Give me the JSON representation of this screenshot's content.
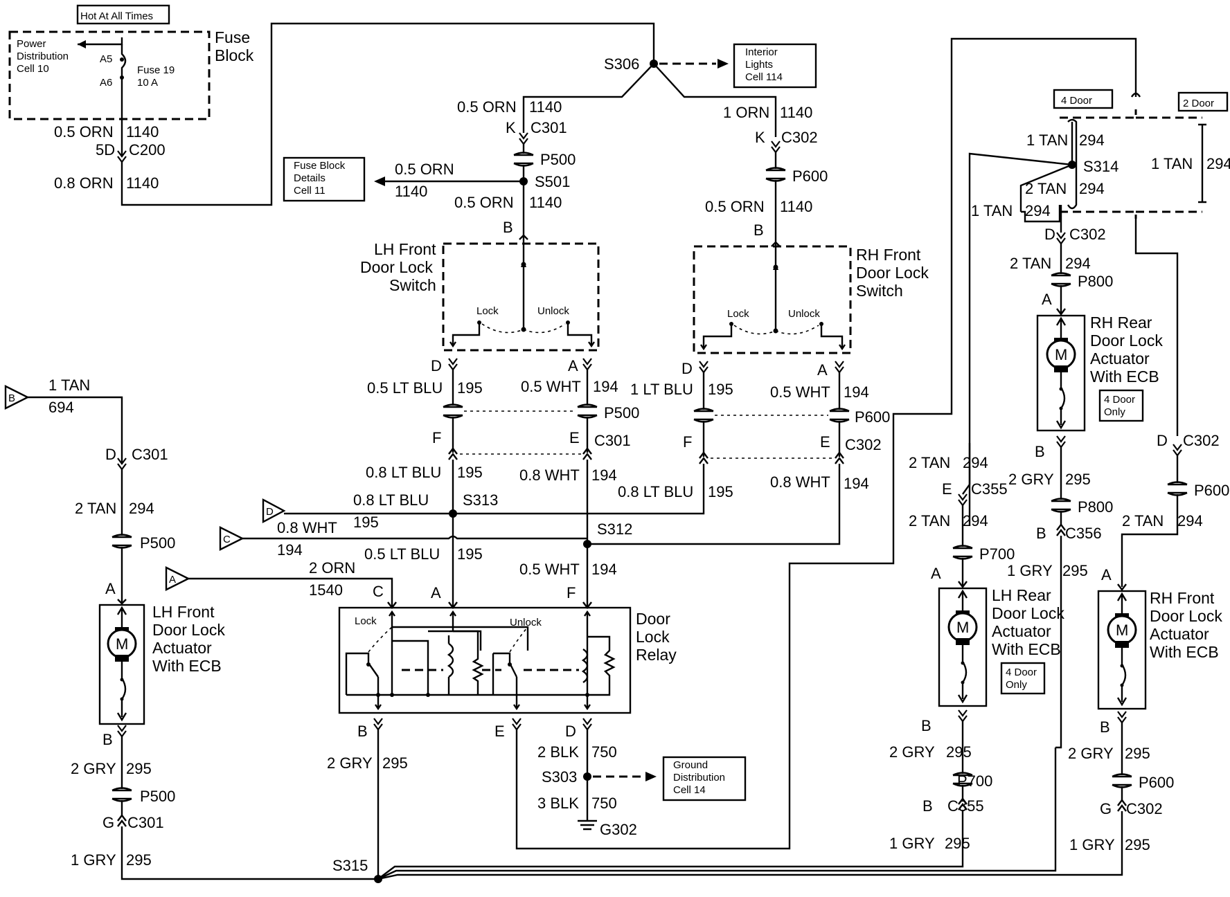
{
  "diagram": {
    "source": {
      "hot_label": "Hot At All Times",
      "fuse_block": [
        "Fuse",
        "Block"
      ],
      "power_dist": [
        "Power",
        "Distribution",
        "Cell 10"
      ],
      "a5": "A5",
      "a6": "A6",
      "fuse": [
        "Fuse 19",
        "10 A"
      ],
      "w1_gauge": "0.5 ORN",
      "w1_circuit": "1140",
      "c200_pin": "5D",
      "c200": "C200",
      "w2_gauge": "0.8 ORN",
      "w2_circuit": "1140"
    },
    "splices": {
      "s306": "S306",
      "s501": "S501",
      "s313": "S313",
      "s312": "S312",
      "s303": "S303",
      "s314": "S314",
      "s315": "S315"
    },
    "refs": {
      "interior": [
        "Interior",
        "Lights",
        "Cell 114"
      ],
      "fuse_details": [
        "Fuse Block",
        "Details",
        "Cell 11"
      ],
      "ground_dist": [
        "Ground",
        "Distribution",
        "Cell 14"
      ]
    },
    "lh_switch": {
      "name": [
        "LH Front",
        "Door Lock",
        "Switch"
      ],
      "w_in_gauge": "0.5 ORN",
      "w_in_circuit": "1140",
      "pin_k": "K",
      "c301": "C301",
      "p500": "P500",
      "br_gauge": "0.5 ORN",
      "br_circuit": "1140",
      "w_out_gauge": "0.5 ORN",
      "w_out_circuit": "1140",
      "pin_b": "B",
      "lock": "Lock",
      "unlock": "Unlock",
      "pin_d": "D",
      "pin_a": "A",
      "w_d_gauge": "0.5 LT BLU",
      "w_d_circuit": "195",
      "w_a_gauge": "0.5 WHT",
      "w_a_circuit": "194",
      "p500b": "P500",
      "pin_f": "F",
      "pin_e": "E",
      "c301b": "C301",
      "w_f_gauge": "0.8 LT BLU",
      "w_f_circuit": "195",
      "w_e_gauge": "0.8 WHT",
      "w_e_circuit": "194"
    },
    "rh_switch": {
      "name": [
        "RH Front",
        "Door Lock",
        "Switch"
      ],
      "w_in_gauge": "1 ORN",
      "w_in_circuit": "1140",
      "pin_k": "K",
      "c302": "C302",
      "p600": "P600",
      "w_out_gauge": "0.5 ORN",
      "w_out_circuit": "1140",
      "pin_b": "B",
      "lock": "Lock",
      "unlock": "Unlock",
      "pin_d": "D",
      "pin_a": "A",
      "w_d_gauge": "1 LT BLU",
      "w_d_circuit": "195",
      "w_a_gauge": "0.5 WHT",
      "w_a_circuit": "194",
      "p600b": "P600",
      "pin_f": "F",
      "pin_e": "E",
      "c302b": "C302",
      "w_f_gauge": "0.8 LT BLU",
      "w_f_circuit": "195",
      "w_e_gauge": "0.8 WHT",
      "w_e_circuit": "194"
    },
    "offpage": {
      "b": "B",
      "b_gauge": "1 TAN",
      "b_circuit": "694",
      "d": "D",
      "d_gauge": "0.8 LT BLU",
      "d_circuit": "195",
      "c": "C",
      "c_gauge": "0.8 WHT",
      "c_circuit": "194",
      "a": "A",
      "a_gauge": "2 ORN",
      "a_circuit": "1540"
    },
    "relay": {
      "name": [
        "Door",
        "Lock",
        "Relay"
      ],
      "lock": "Lock",
      "unlock": "Unlock",
      "pin_c": "C",
      "pin_a": "A",
      "pin_f": "F",
      "pin_b": "B",
      "pin_e": "E",
      "pin_d": "D",
      "w_a_gauge": "0.5 LT BLU",
      "w_a_circuit": "195",
      "w_f_gauge": "0.5 WHT",
      "w_f_circuit": "194",
      "w_b_gauge": "2 GRY",
      "w_b_circuit": "295",
      "w_d1_gauge": "2 BLK",
      "w_d1_circuit": "750",
      "w_d2_gauge": "3 BLK",
      "w_d2_circuit": "750",
      "g302": "G302"
    },
    "lh_front_act": {
      "name": [
        "LH Front",
        "Door Lock",
        "Actuator",
        "With ECB"
      ],
      "pin_d": "D",
      "c301": "C301",
      "w_gauge": "2 TAN",
      "w_circuit": "294",
      "p500": "P500",
      "pin_a": "A",
      "pin_b": "B",
      "w_b_gauge": "2 GRY",
      "w_b_circuit": "295",
      "p500b": "P500",
      "pin_g": "G",
      "c301b": "C301",
      "w_g_gauge": "1 GRY",
      "w_g_circuit": "295",
      "motor": "M"
    },
    "lh_rear_act": {
      "name": [
        "LH Rear",
        "Door Lock",
        "Actuator",
        "With ECB"
      ],
      "w1_gauge": "2 TAN",
      "w1_circuit": "294",
      "pin_e": "E",
      "c355": "C355",
      "w2_gauge": "2 TAN",
      "w2_circuit": "294",
      "p700": "P700",
      "pin_a": "A",
      "pin_b": "B",
      "w_b_gauge": "2 GRY",
      "w_b_circuit": "295",
      "p700b": "P700",
      "pin_b2": "B",
      "c355b": "C355",
      "w_g_gauge": "1 GRY",
      "w_g_circuit": "295",
      "four_door": [
        "4 Door",
        "Only"
      ],
      "motor": "M"
    },
    "rh_rear_act": {
      "name": [
        "RH Rear",
        "Door Lock",
        "Actuator",
        "With ECB"
      ],
      "four_door_tag": "4 Door",
      "two_door_tag": "2 Door",
      "w1_gauge": "1 TAN",
      "w1_circuit": "294",
      "w2_gauge": "2 TAN",
      "w2_circuit": "294",
      "w3_gauge": "1 TAN",
      "w3_circuit": "294",
      "two_door_gauge": "1 TAN",
      "two_door_circuit": "294",
      "pin_d": "D",
      "c302": "C302",
      "w4_gauge": "2 TAN",
      "w4_circuit": "294",
      "p800": "P800",
      "pin_a": "A",
      "pin_b": "B",
      "w_b_gauge": "2 GRY",
      "w_b_circuit": "295",
      "p800b": "P800",
      "pin_b2": "B",
      "c356": "C356",
      "w_g_gauge": "1 GRY",
      "w_g_circuit": "295",
      "four_door": [
        "4 Door",
        "Only"
      ],
      "motor": "M"
    },
    "rh_front_act": {
      "name": [
        "RH Front",
        "Door Lock",
        "Actuator",
        "With ECB"
      ],
      "pin_d": "D",
      "c302": "C302",
      "p600": "P600",
      "w_gauge": "2 TAN",
      "w_circuit": "294",
      "pin_a": "A",
      "pin_b": "B",
      "w_b_gauge": "2 GRY",
      "w_b_circuit": "295",
      "p600b": "P600",
      "pin_g": "G",
      "c302b": "C302",
      "w_g_gauge": "1 GRY",
      "w_g_circuit": "295",
      "motor": "M"
    }
  }
}
